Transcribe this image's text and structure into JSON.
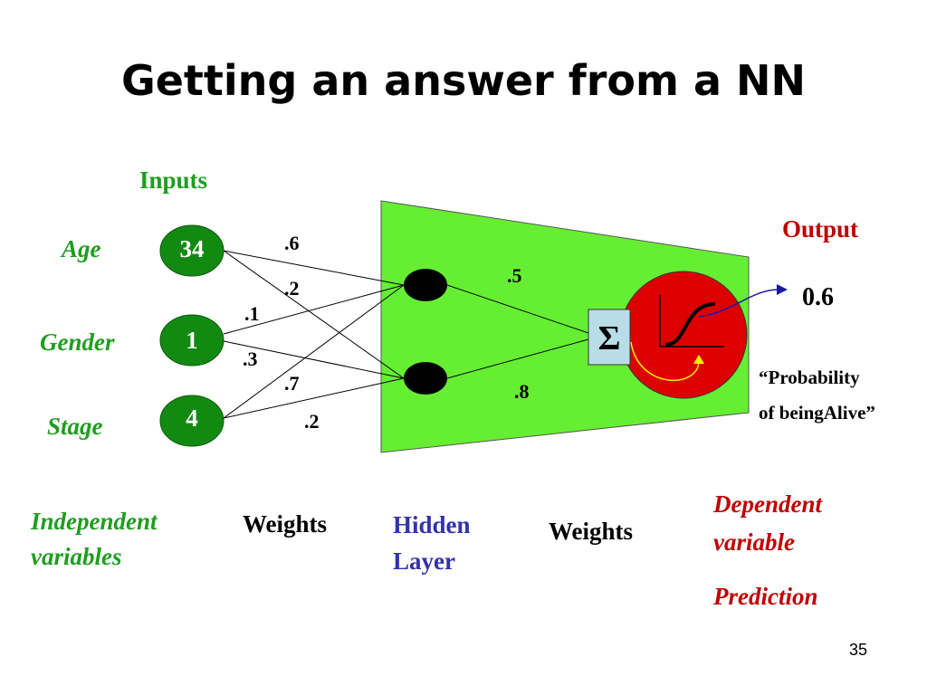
{
  "title": "Getting an answer from a NN",
  "page_number": "35",
  "inputs_header": "Inputs",
  "output_header": "Output",
  "colors": {
    "green_text": "#1e9e1e",
    "red_text": "#c00000",
    "blue_text": "#3333aa",
    "node_green": "#128a12",
    "panel_green": "#66ee33",
    "output_red": "#dd0000",
    "sum_box": "#b8dde8"
  },
  "inputs": [
    {
      "label": "Age",
      "value": "34"
    },
    {
      "label": "Gender",
      "value": "1"
    },
    {
      "label": "Stage",
      "value": "4"
    }
  ],
  "weights_input": [
    ".6",
    ".2",
    ".1",
    ".3",
    ".7",
    ".2"
  ],
  "weights_hidden": [
    ".5",
    ".8"
  ],
  "sum_symbol": "Σ",
  "output_value": "0.6",
  "output_desc_line1": "“Probability",
  "output_desc_line2": "of beingAlive”",
  "bottom": {
    "independent_line1": "Independent",
    "independent_line2": "variables",
    "weights1": "Weights",
    "hidden_line1": "Hidden",
    "hidden_line2": "Layer",
    "weights2": "Weights",
    "dependent_line1": "Dependent",
    "dependent_line2": "variable",
    "prediction": "Prediction"
  }
}
